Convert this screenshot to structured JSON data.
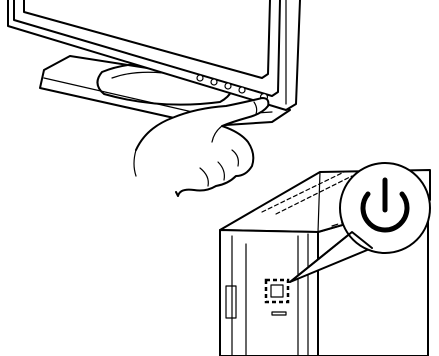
{
  "illustration": {
    "monitor_panel": {
      "icon": "monitor-icon",
      "front_buttons": 5,
      "pressed_button": "power"
    },
    "hand": {
      "icon": "pointing-hand-icon",
      "action": "press"
    },
    "computer_tower": {
      "icon": "tower-icon"
    },
    "callout": {
      "icon": "power-icon"
    },
    "colors": {
      "line": "#000000",
      "background": "#ffffff",
      "fill": "#ffffff"
    }
  }
}
